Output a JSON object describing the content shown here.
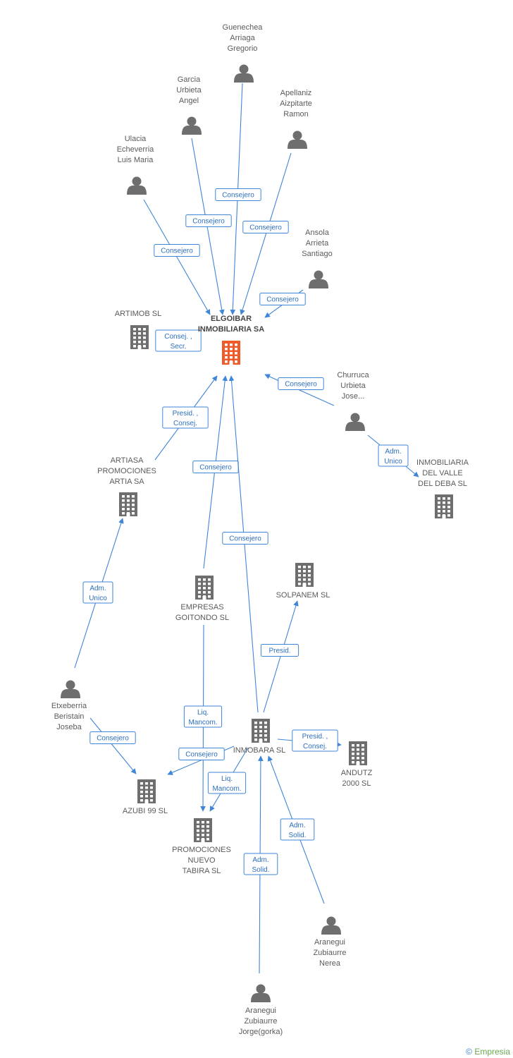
{
  "nodes": [
    {
      "id": "elgoibar",
      "type": "company",
      "highlight": true,
      "label": [
        "ELGOIBAR",
        "INMOBILIARIA SA"
      ]
    },
    {
      "id": "guenechea",
      "type": "person",
      "label": [
        "Guenechea",
        "Arriaga",
        "Gregorio"
      ]
    },
    {
      "id": "garcia",
      "type": "person",
      "label": [
        "Garcia",
        "Urbieta",
        "Angel"
      ]
    },
    {
      "id": "apellaniz",
      "type": "person",
      "label": [
        "Apellaniz",
        "Aizpitarte",
        "Ramon"
      ]
    },
    {
      "id": "ulacia",
      "type": "person",
      "label": [
        "Ulacia",
        "Echeverria",
        "Luis Maria"
      ]
    },
    {
      "id": "ansola",
      "type": "person",
      "label": [
        "Ansola",
        "Arrieta",
        "Santiago"
      ]
    },
    {
      "id": "artimob",
      "type": "company",
      "label": [
        "ARTIMOB SL"
      ]
    },
    {
      "id": "churruca",
      "type": "person",
      "label": [
        "Churruca",
        "Urbieta",
        "Jose..."
      ]
    },
    {
      "id": "inmovalle",
      "type": "company",
      "label": [
        "INMOBILIARIA",
        "DEL VALLE",
        "DEL DEBA SL"
      ]
    },
    {
      "id": "artiasa",
      "type": "company",
      "label": [
        "ARTIASA",
        "PROMOCIONES",
        "ARTIA SA"
      ]
    },
    {
      "id": "goitondo",
      "type": "company",
      "label": [
        "EMPRESAS",
        "GOITONDO SL"
      ]
    },
    {
      "id": "solpanem",
      "type": "company",
      "label": [
        "SOLPANEM SL"
      ]
    },
    {
      "id": "etxeberria",
      "type": "person",
      "label": [
        "Etxeberria",
        "Beristain",
        "Joseba"
      ]
    },
    {
      "id": "inmobara",
      "type": "company",
      "label": [
        "INMOBARA SL"
      ]
    },
    {
      "id": "andutz",
      "type": "company",
      "label": [
        "ANDUTZ",
        "2000 SL"
      ]
    },
    {
      "id": "azubi",
      "type": "company",
      "label": [
        "AZUBI 99 SL"
      ]
    },
    {
      "id": "tabira",
      "type": "company",
      "label": [
        "PROMOCIONES",
        "NUEVO",
        "TABIRA SL"
      ]
    },
    {
      "id": "nerea",
      "type": "person",
      "label": [
        "Aranegui",
        "Zubiaurre",
        "Nerea"
      ]
    },
    {
      "id": "jorge",
      "type": "person",
      "label": [
        "Aranegui",
        "Zubiaurre",
        "Jorge(gorka)"
      ]
    }
  ],
  "edges": [
    {
      "from": "guenechea",
      "to": "elgoibar",
      "label": [
        "Consejero"
      ]
    },
    {
      "from": "garcia",
      "to": "elgoibar",
      "label": [
        "Consejero"
      ]
    },
    {
      "from": "apellaniz",
      "to": "elgoibar",
      "label": [
        "Consejero"
      ]
    },
    {
      "from": "ulacia",
      "to": "elgoibar",
      "label": [
        "Consejero"
      ]
    },
    {
      "from": "ansola",
      "to": "elgoibar",
      "label": [
        "Consejero"
      ]
    },
    {
      "from": "artimob",
      "to": "elgoibar",
      "label": [
        "Consej. ,",
        "Secr."
      ]
    },
    {
      "from": "churruca",
      "to": "elgoibar",
      "label": [
        "Consejero"
      ]
    },
    {
      "from": "churruca",
      "to": "inmovalle",
      "label": [
        "Adm.",
        "Unico"
      ]
    },
    {
      "from": "artiasa",
      "to": "elgoibar",
      "label": [
        "Presid. ,",
        "Consej."
      ]
    },
    {
      "from": "goitondo",
      "to": "elgoibar",
      "label": [
        "Consejero"
      ]
    },
    {
      "from": "inmobara",
      "to": "elgoibar",
      "label": [
        "Consejero"
      ]
    },
    {
      "from": "etxeberria",
      "to": "artiasa",
      "label": [
        "Adm.",
        "Unico"
      ]
    },
    {
      "from": "inmobara",
      "to": "solpanem",
      "label": [
        "Presid."
      ]
    },
    {
      "from": "goitondo",
      "to": "tabira",
      "label": [
        "Liq.",
        "Mancom."
      ]
    },
    {
      "from": "etxeberria",
      "to": "azubi",
      "label": [
        "Consejero"
      ]
    },
    {
      "from": "inmobara",
      "to": "azubi",
      "label": [
        "Consejero"
      ]
    },
    {
      "from": "inmobara",
      "to": "andutz",
      "label": [
        "Presid. ,",
        "Consej."
      ]
    },
    {
      "from": "inmobara",
      "to": "tabira",
      "label": [
        "Liq.",
        "Mancom."
      ]
    },
    {
      "from": "nerea",
      "to": "inmobara",
      "label": [
        "Adm.",
        "Solid."
      ]
    },
    {
      "from": "jorge",
      "to": "inmobara",
      "label": [
        "Adm.",
        "Solid."
      ]
    }
  ],
  "colors": {
    "edge": "#3f86d8",
    "node": "#6e6e6e",
    "highlight": "#f05a28"
  },
  "footer": {
    "copyright": "©",
    "brand": "Empresia"
  }
}
